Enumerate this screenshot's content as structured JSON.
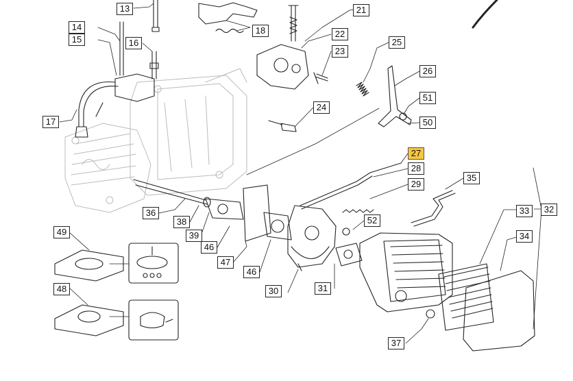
{
  "diagram": {
    "highlight_color": "#f7c640",
    "callouts": {
      "c13": "13",
      "c14": "14",
      "c15": "15",
      "c16": "16",
      "c17": "17",
      "c18": "18",
      "c21": "21",
      "c22": "22",
      "c23": "23",
      "c24": "24",
      "c25": "25",
      "c26": "26",
      "c27": "27",
      "c28": "28",
      "c29": "29",
      "c30": "30",
      "c31": "31",
      "c32": "32",
      "c33": "33",
      "c34": "34",
      "c35": "35",
      "c36": "36",
      "c37": "37",
      "c38": "38",
      "c39": "39",
      "c46a": "46",
      "c46b": "46",
      "c47": "47",
      "c48": "48",
      "c49": "49",
      "c50": "50",
      "c51": "51",
      "c52": "52"
    },
    "highlighted": "c27"
  }
}
